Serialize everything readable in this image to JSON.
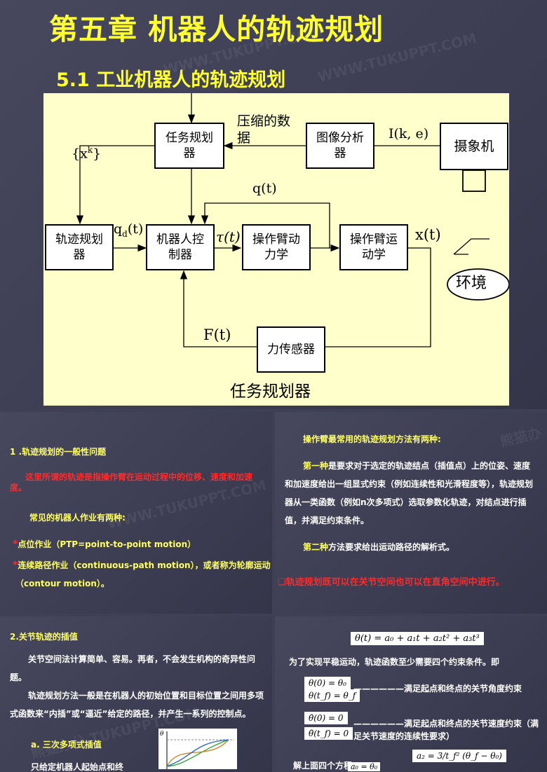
{
  "top": {
    "title": "第五章 机器人的轨迹规划",
    "subtitle": "5.1 工业机器人的轨迹规划",
    "diagram": {
      "boxes": {
        "task_planner": "任务规划\n器",
        "image_analyzer": "图像分析\n器",
        "camera": "摄象机",
        "traj_planner": "轨迹规划\n器",
        "controller": "机器人控\n制器",
        "dynamics": "操作臂动\n力学",
        "kinematics": "操作臂运\n动学",
        "force_sensor": "力传感器",
        "environment": "环境"
      },
      "labels": {
        "xk": "{x",
        "xk_sup": "k",
        "xk_end": "}",
        "compressed": "压缩的数\n据",
        "ike": "I(k, e)",
        "qt": "q(t)",
        "qd": "q",
        "qd_sub": "d",
        "qd_end": "(t)",
        "tau": "τ(t)",
        "xt": "x(t)",
        "ft": "F(t)"
      },
      "caption": "任务规划器"
    }
  },
  "p1": {
    "heading": "1 .轨迹规划的一般性问题",
    "red_text": "这里所谓的轨迹是指操作臂在运动过程中的位移、速度和加速度。",
    "types_heading": "常见的机器人作业有两种:",
    "bullet1": "点位作业（PTP=point-to-point motion）",
    "bullet2a": "连续路径作业（continuous-path motion），或者称为轮廓运动",
    "bullet2b": "（contour motion）。"
  },
  "p2": {
    "heading": "操作臂最常用的轨迹规划方法有两种:",
    "first_label": "第一种",
    "first_text": "是要求对于选定的轨迹结点（插值点）上的位姿、速度和加速度给出一组显式约束（例如连续性和光滑程度等），轨迹规划器从一类函数（例如n次多项式）选取参数化轨迹，对结点进行插值，并满足约束条件。",
    "second_label": "第二种",
    "second_text": "方法要求给出运动路径的解析式。",
    "note": "❑轨迹规划既可以在关节空间也可以在直角空间中进行。"
  },
  "p3": {
    "heading": "2.关节轨迹的插值",
    "para1": "关节空间法计算简单、容易。再者，不会发生机构的奇异性问题。",
    "para2": "轨迹规划方法一般是在机器人的初始位置和目标位置之间用多项式函数来“内插”或“逼近”给定的路径，并产生一系列的控制点。",
    "sub": "a. 三次多项式插值",
    "para3": "只给定机器人起始点和终"
  },
  "p4": {
    "formula": "θ(t) = a₀ + a₁t + a₂t² + a₃t³",
    "text1": "为了实现平稳运动，轨迹函数至少需要四个约束条件。即",
    "eq1a": "θ(0) = θ₀",
    "eq1b": "θ(t_f) = θ_f",
    "text2": "满足起点和终点的关节角度约束",
    "eq2a": "θ̇(0) = 0",
    "eq2b": "θ̇(t_f) = 0",
    "text3a": "满足起点和终点的关节速度约束（满",
    "text3b": "足关节速度的连续性要求）",
    "text4": "解上面四个方程",
    "eq3": "a₂ = 3/t_f² (θ_f − θ₀)",
    "eq4": "a₀ = θ₀"
  }
}
